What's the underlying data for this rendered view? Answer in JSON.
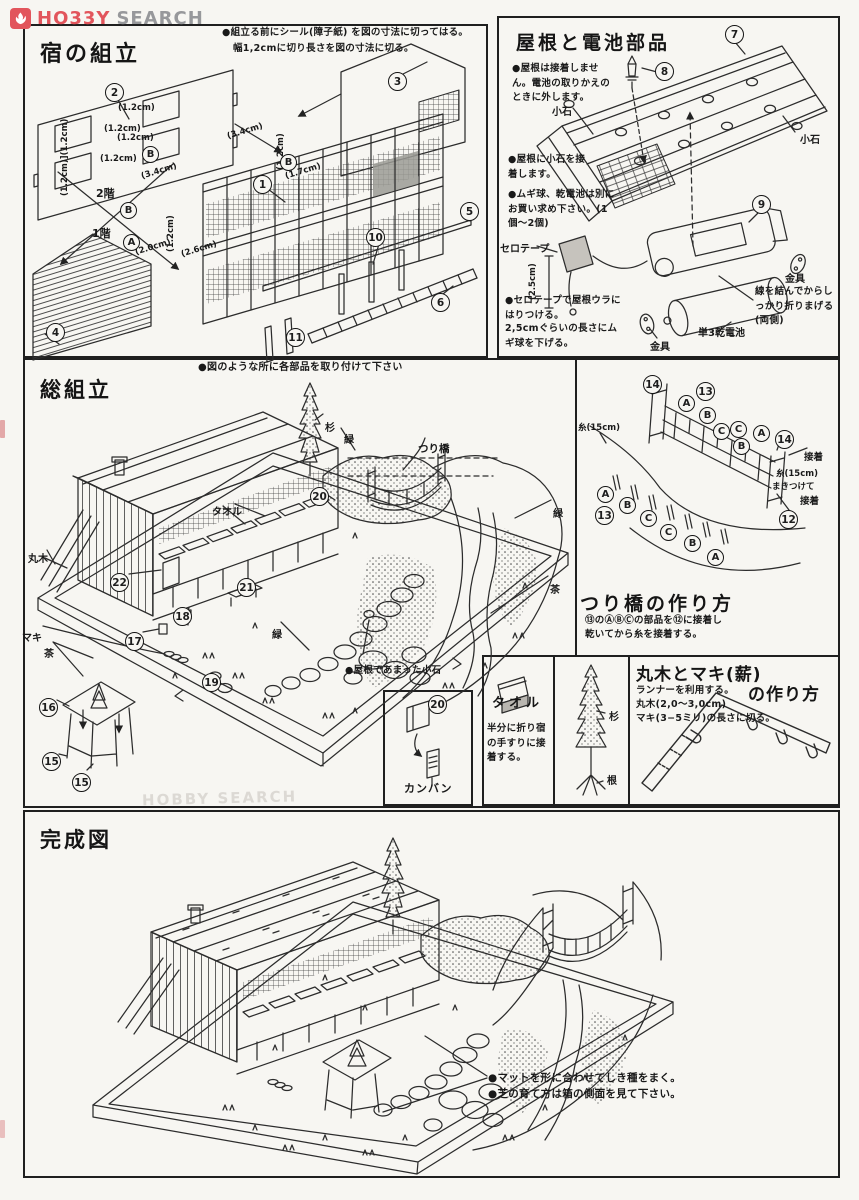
{
  "logo": {
    "brand": "HO33Y",
    "brand_suffix": "SEARCH"
  },
  "colors": {
    "paper": "#f7f6f2",
    "ink": "#222222",
    "brand_red": "#e2555c",
    "brand_gray": "#97989b"
  },
  "marks": {
    "1": "1",
    "2": "2",
    "3": "3",
    "4": "4",
    "5": "5",
    "6": "6",
    "7": "7",
    "8": "8",
    "9": "9",
    "10": "10",
    "11": "11",
    "12": "12",
    "13": "13",
    "14": "14",
    "15": "15",
    "16": "16",
    "17": "17",
    "18": "18",
    "19": "19",
    "20": "20",
    "21": "21",
    "22": "22",
    "A": "A",
    "B": "B",
    "C": "C"
  },
  "inn": {
    "title": "宿の組立",
    "note1": "●組立る前にシール(障子紙) を図の寸法に切ってはる。",
    "note2": "幅1,2cmに切り長さを図の寸法に切る。",
    "floor2": "2階",
    "floor1": "1階",
    "dim_12": "(1.2cm)",
    "dim_12x2": "(1.2cm)](1.2cm)",
    "dim_34": "(3.4cm)",
    "dim_17": "(1.7cm)",
    "dim_26": "(2.6cm)",
    "dim_20": "(2.0cm)"
  },
  "roof": {
    "title": "屋根と電池部品",
    "note_remove": "●屋根は接着しません。電池の取りかえのときに外します。",
    "pebble": "小石",
    "note_pebble": "●屋根に小石を接着します。",
    "note_bulb": "●ムギ球、乾電池は別にお買い求め下さい。(1個〜2個)",
    "tape": "セロテープ",
    "dim_25": "(2.5cm)",
    "note_tape1": "●セロテープで屋根ウラにはりつける。",
    "note_tape2": "2,5cmぐらいの長さにムギ球を下げる。",
    "fitting": "金具",
    "note_wire": "線を結んでからしっかり折りまげる(両側)",
    "battery": "単3乾電池"
  },
  "assembly": {
    "title": "総組立",
    "note": "●図のような所に各部品を取り付けて下さい",
    "sugi": "杉",
    "midori": "緑",
    "cha": "茶",
    "tsuribashi": "つり橋",
    "maruki": "丸木",
    "maki": "マキ",
    "towel": "タオル",
    "note_pebble": "●屋根であまった小石",
    "kanban": "カンバン"
  },
  "bridge": {
    "title": "つり橋の作り方",
    "note1": "⑬のⒶⒷⒸの部品を⑫に接着し",
    "note2": "乾いてから糸を接着する。",
    "thread": "糸(15cm)",
    "glue": "接着",
    "wrap": "まきつけて"
  },
  "towel_box": {
    "title": "タオル",
    "note": "半分に折り宿の手すりに接着する。"
  },
  "tree_box": {
    "sugi": "杉",
    "ne": "根"
  },
  "maruki_box": {
    "title": "丸木とマキ(薪)",
    "title2": "の作り方",
    "note1": "ランナーを利用する。",
    "note2": "丸木(2,0〜3,0cm)",
    "note3": "マキ(3−5ミリ)の長さに切る。"
  },
  "finished": {
    "title": "完成図",
    "note1": "●マットを形に合わせてしき種をまく。",
    "note2": "●芝の育て方は箱の側面を見て下さい。"
  },
  "watermark": {
    "text": "HOBBY SEARCH"
  }
}
